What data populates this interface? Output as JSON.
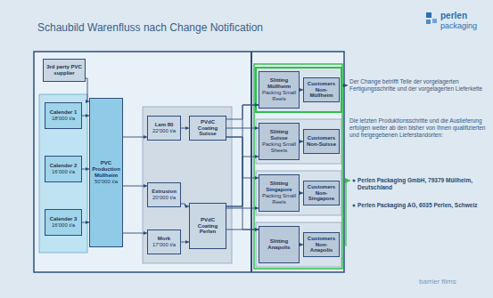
{
  "diagram": {
    "title": "Schaubild Warenfluss nach Change Notification",
    "nodes": [
      {
        "text": [
          "3rd party PVC supplier"
        ]
      },
      {
        "text": [
          "Calender 1",
          "18'000 t/a"
        ]
      },
      {
        "text": [
          "Calender 2",
          "16'000 t/a"
        ]
      },
      {
        "text": [
          "Calender 3",
          "16'000 t/a"
        ]
      },
      {
        "text": [
          "PVC Production Müllheim",
          "50'000 t/a"
        ]
      },
      {
        "text": [
          "Lam 80",
          "22'000 t/a"
        ]
      },
      {
        "text": [
          "PVdC Coating Suisse"
        ]
      },
      {
        "text": [
          "Extrusion",
          "20'000 t/a"
        ]
      },
      {
        "text": [
          "Mork",
          "17'000 t/a"
        ]
      },
      {
        "text": [
          "PVdC Coating Perlen"
        ]
      },
      {
        "text": [
          "Slitting Müllheim",
          "Packing Small Reels"
        ]
      },
      {
        "text": [
          "Customers Non-Müllheim"
        ]
      },
      {
        "text": [
          "Slitting Suisse",
          "Packing Small Sheets"
        ]
      },
      {
        "text": [
          "Customers Non-Suisse"
        ]
      },
      {
        "text": [
          "Slitting Singapore",
          "Packing Small Reels"
        ]
      },
      {
        "text": [
          "Customers Non-Singapore"
        ]
      },
      {
        "text": [
          "Slitting Anapolis"
        ]
      },
      {
        "text": [
          "Customers Non-Anapolis"
        ]
      }
    ],
    "edges": [
      {
        "from": 0,
        "to": 4,
        "arrow": "to"
      },
      {
        "from": 1,
        "to": 4,
        "arrow": "to"
      },
      {
        "from": 2,
        "to": 4,
        "arrow": "to"
      },
      {
        "from": 3,
        "to": 4,
        "arrow": "to"
      },
      {
        "from": 4,
        "to": 5,
        "arrow": "to"
      },
      {
        "from": 4,
        "to": 7,
        "arrow": "to"
      },
      {
        "from": 4,
        "to": 8,
        "arrow": "to"
      },
      {
        "from": 5,
        "to": 6,
        "arrow": "to"
      },
      {
        "from": 7,
        "to": 9,
        "arrow": "to"
      },
      {
        "from": 8,
        "to": 9,
        "arrow": "to"
      },
      {
        "from": 6,
        "to": 10,
        "arrow": "to"
      },
      {
        "from": 6,
        "to": 12,
        "arrow": "to"
      },
      {
        "from": 6,
        "to": 14,
        "arrow": "to"
      },
      {
        "from": 6,
        "to": 16,
        "arrow": "to"
      },
      {
        "from": 9,
        "to": 10,
        "arrow": "to"
      },
      {
        "from": 9,
        "to": 12,
        "arrow": "to"
      },
      {
        "from": 9,
        "to": 14,
        "arrow": "to"
      },
      {
        "from": 9,
        "to": 16,
        "arrow": "to"
      },
      {
        "from": 10,
        "to": 11,
        "arrow": "to"
      },
      {
        "from": 12,
        "to": 13,
        "arrow": "to"
      },
      {
        "from": 14,
        "to": 15,
        "arrow": "to"
      },
      {
        "from": 16,
        "to": 17,
        "arrow": "to"
      }
    ],
    "labels": [
      "Der Change betrifft Teile der vorgelagerten Fertigungsschritte und der vorgelagerten Lieferkette",
      "Die letzten Produktionsschritte und die Auslieferung erfolgen weiter ab den bisher von Ihnen qualifizierten und freigegebenen Lieferstandorten:",
      "Perlen Packaging GmbH, 79379 Müllheim, Deutschland",
      "Perlen Packaging AG, 6035 Perlen, Schweiz",
      "perlen",
      "packaging",
      "barrier films"
    ]
  }
}
